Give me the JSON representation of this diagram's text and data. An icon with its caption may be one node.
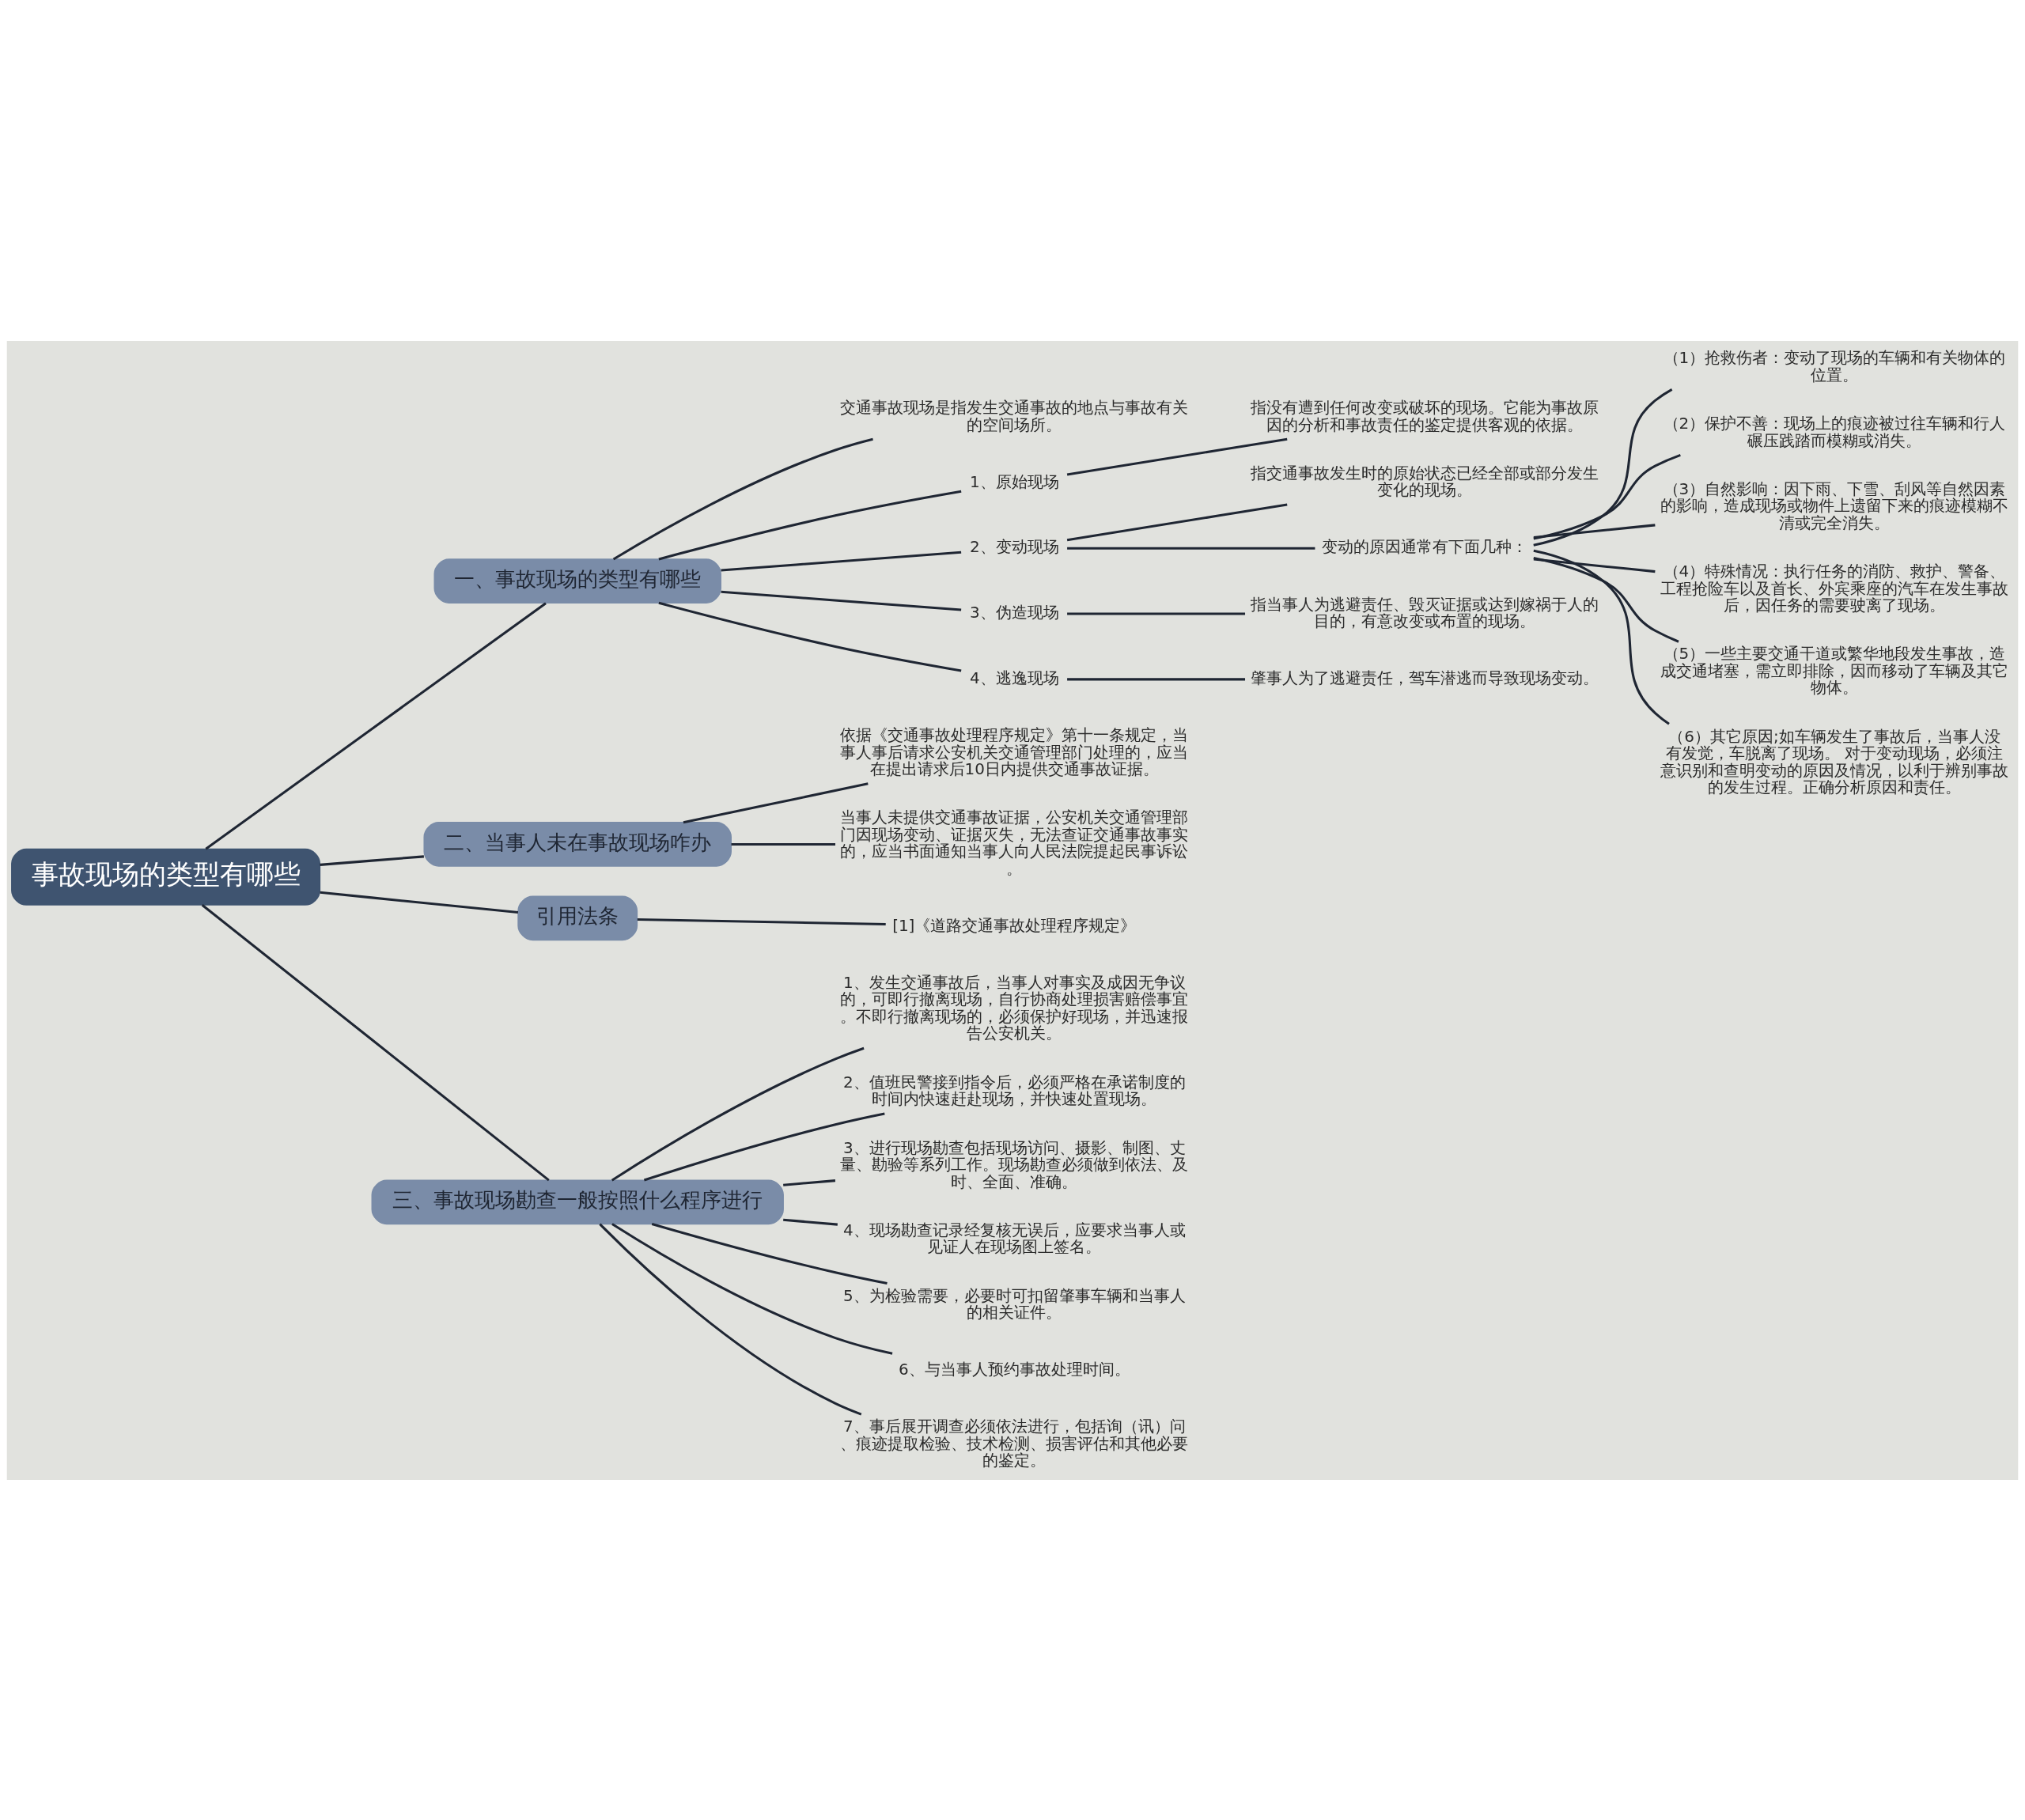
{
  "diagram": {
    "nodes": [
      {
        "text": [
          "事故现场的类型有哪些"
        ]
      },
      {
        "text": [
          "一、事故现场的类型有哪些"
        ]
      },
      {
        "text": [
          "交通事故现场是指发生交通事故的地点与事故有关的空间场所。"
        ]
      },
      {
        "text": [
          "1、原始现场"
        ]
      },
      {
        "text": [
          "指没有遭到任何改变或破坏的现场。它能为事故原因的分析和事故责任的鉴定提供客观的依据。"
        ]
      },
      {
        "text": [
          "2、变动现场"
        ]
      },
      {
        "text": [
          "指交通事故发生时的原始状态已经全部或部分发生变化的现场。"
        ]
      },
      {
        "text": [
          "变动的原因通常有下面几种："
        ]
      },
      {
        "text": [
          "（1）抢救伤者：变动了现场的车辆和有关物体的位置。"
        ]
      },
      {
        "text": [
          "（2）保护不善：现场上的痕迹被过往车辆和行人碾压践踏而模糊或消失。"
        ]
      },
      {
        "text": [
          "（3）自然影响：因下雨、下雪、刮风等自然因素的影响，造成现场或物件上遗留下来的痕迹模糊不清或完全消失。"
        ]
      },
      {
        "text": [
          "（4）特殊情况：执行任务的消防、救护、警备、工程抢险车以及首长、外宾乘座的汽车在发生事故后，因任务的需要驶离了现场。"
        ]
      },
      {
        "text": [
          "（5）一些主要交通干道或繁华地段发生事故，造成交通堵塞，需立即排除，因而移动了车辆及其它物体。"
        ]
      },
      {
        "text": [
          "（6）其它原因;如车辆发生了事故后，当事人没有发觉，车脱离了现场。 对于变动现场，必须注意识别和查明变动的原因及情况，以利于辨别事故的发生过程。正确分析原因和责任。"
        ]
      },
      {
        "text": [
          "3、伪造现场"
        ]
      },
      {
        "text": [
          "指当事人为逃避责任、毁灭证据或达到嫁祸于人的目的，有意改变或布置的现场。"
        ]
      },
      {
        "text": [
          "4、逃逸现场"
        ]
      },
      {
        "text": [
          "肇事人为了逃避责任，驾车潜逃而导致现场变动。"
        ]
      },
      {
        "text": [
          "二、当事人未在事故现场咋办"
        ]
      },
      {
        "text": [
          "依据《交通事故处理程序规定》第十一条规定，当事人事后请求公安机关交通管理部门处理的，应当在提出请求后10日内提供交通事故证据。"
        ]
      },
      {
        "text": [
          "当事人未提供交通事故证据，公安机关交通管理部门因现场变动、证据灭失，无法查证交通事故事实的，应当书面通知当事人向人民法院提起民事诉讼。"
        ]
      },
      {
        "text": [
          "引用法条"
        ]
      },
      {
        "text": [
          "[1]《道路交通事故处理程序规定》"
        ]
      },
      {
        "text": [
          "三、事故现场勘查一般按照什么程序进行"
        ]
      },
      {
        "text": [
          "1、发生交通事故后，当事人对事实及成因无争议的，可即行撤离现场，自行协商处理损害赔偿事宜。不即行撤离现场的，必须保护好现场，并迅速报告公安机关。"
        ]
      },
      {
        "text": [
          "2、值班民警接到指令后，必须严格在承诺制度的时间内快速赶赴现场，并快速处置现场。"
        ]
      },
      {
        "text": [
          "3、进行现场勘查包括现场访问、摄影、制图、丈量、勘验等系列工作。现场勘查必须做到依法、及时、全面、准确。"
        ]
      },
      {
        "text": [
          "4、现场勘查记录经复核无误后，应要求当事人或见证人在现场图上签名。"
        ]
      },
      {
        "text": [
          "5、为检验需要，必要时可扣留肇事车辆和当事人的相关证件。"
        ]
      },
      {
        "text": [
          "6、与当事人预约事故处理时间。"
        ]
      },
      {
        "text": [
          "7、事后展开调查必须依法进行，包括询（讯）问、痕迹提取检验、技术检测、损害评估和其他必要的鉴定。"
        ]
      }
    ],
    "edges": [
      {
        "from": 0,
        "to": 1,
        "arrow": "none"
      },
      {
        "from": 1,
        "to": 2,
        "arrow": "none"
      },
      {
        "from": 1,
        "to": 3,
        "arrow": "none"
      },
      {
        "from": 3,
        "to": 4,
        "arrow": "none"
      },
      {
        "from": 1,
        "to": 5,
        "arrow": "none"
      },
      {
        "from": 5,
        "to": 6,
        "arrow": "none"
      },
      {
        "from": 5,
        "to": 7,
        "arrow": "none"
      },
      {
        "from": 7,
        "to": 8,
        "arrow": "none"
      },
      {
        "from": 7,
        "to": 9,
        "arrow": "none"
      },
      {
        "from": 7,
        "to": 10,
        "arrow": "none"
      },
      {
        "from": 7,
        "to": 11,
        "arrow": "none"
      },
      {
        "from": 7,
        "to": 12,
        "arrow": "none"
      },
      {
        "from": 7,
        "to": 13,
        "arrow": "none"
      },
      {
        "from": 1,
        "to": 14,
        "arrow": "none"
      },
      {
        "from": 14,
        "to": 15,
        "arrow": "none"
      },
      {
        "from": 1,
        "to": 16,
        "arrow": "none"
      },
      {
        "from": 16,
        "to": 17,
        "arrow": "none"
      },
      {
        "from": 0,
        "to": 18,
        "arrow": "none"
      },
      {
        "from": 18,
        "to": 19,
        "arrow": "none"
      },
      {
        "from": 18,
        "to": 20,
        "arrow": "none"
      },
      {
        "from": 0,
        "to": 21,
        "arrow": "none"
      },
      {
        "from": 21,
        "to": 22,
        "arrow": "none"
      },
      {
        "from": 0,
        "to": 23,
        "arrow": "none"
      },
      {
        "from": 23,
        "to": 24,
        "arrow": "none"
      },
      {
        "from": 23,
        "to": 25,
        "arrow": "none"
      },
      {
        "from": 23,
        "to": 26,
        "arrow": "none"
      },
      {
        "from": 23,
        "to": 27,
        "arrow": "none"
      },
      {
        "from": 23,
        "to": 28,
        "arrow": "none"
      },
      {
        "from": 23,
        "to": 29,
        "arrow": "none"
      },
      {
        "from": 23,
        "to": 30,
        "arrow": "none"
      }
    ]
  }
}
